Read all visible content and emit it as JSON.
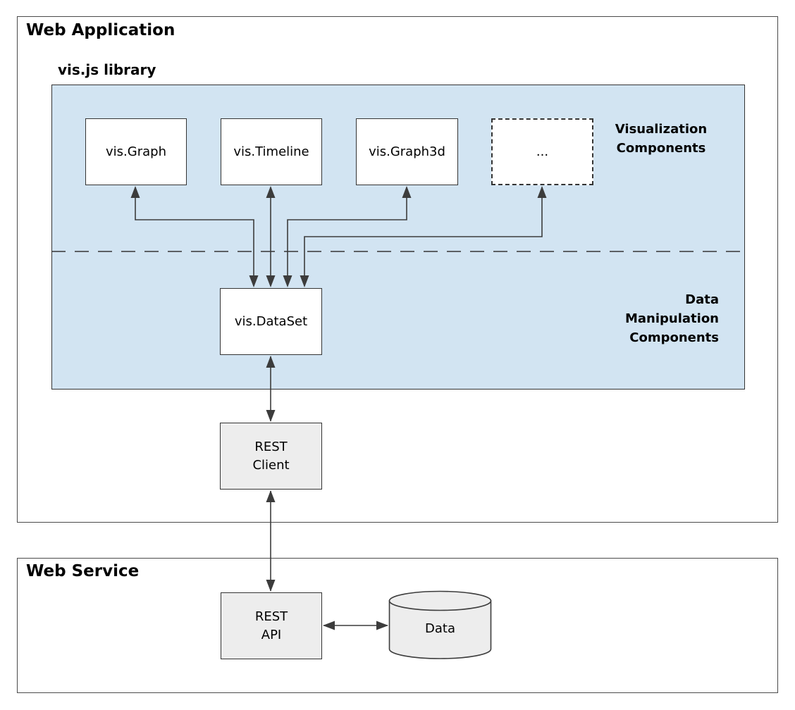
{
  "colors": {
    "line": "#3c3c3c",
    "box-border": "#343434",
    "outer-border": "#4a4a4a",
    "blue-fill": "#d2e4f2",
    "gray-fill": "#ededed",
    "white-fill": "#ffffff",
    "text": "#000000"
  },
  "web_application": {
    "title": "Web Application"
  },
  "library": {
    "title": "vis.js library"
  },
  "components": [
    {
      "label": "vis.Graph"
    },
    {
      "label": "vis.Timeline"
    },
    {
      "label": "vis.Graph3d"
    },
    {
      "label": "..."
    }
  ],
  "labels": {
    "visualization": [
      "Visualization",
      "Components"
    ],
    "data_manipulation": [
      "Data",
      "Manipulation",
      "Components"
    ]
  },
  "dataset": {
    "label": "vis.DataSet"
  },
  "rest_client": {
    "line1": "REST",
    "line2": "Client"
  },
  "web_service": {
    "title": "Web Service"
  },
  "rest_api": {
    "line1": "REST",
    "line2": "API"
  },
  "data_store": {
    "label": "Data"
  }
}
